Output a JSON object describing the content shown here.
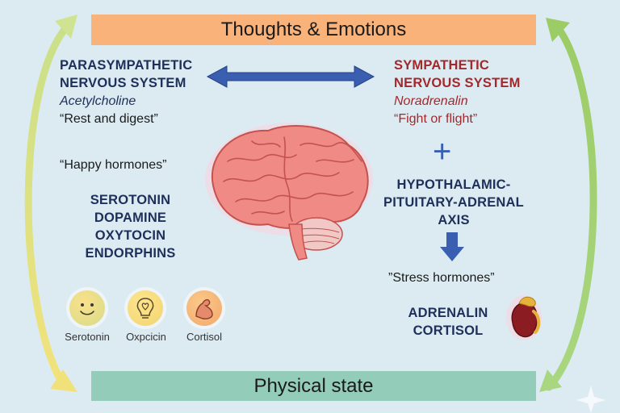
{
  "top_banner": "Thoughts & Emotions",
  "bottom_banner": "Physical state",
  "parasympathetic": {
    "title_line1": "PARASYMPATHETIC",
    "title_line2": "NERVOUS SYSTEM",
    "neurotransmitter": "Acetylcholine",
    "tagline": "“Rest and digest”"
  },
  "sympathetic": {
    "title_line1": "SYMPATHETIC",
    "title_line2": "NERVOUS SYSTEM",
    "neurotransmitter": "Noradrenalin",
    "tagline": "“Fight or flight”"
  },
  "happy_hormones": {
    "label": "“Happy hormones”",
    "items": [
      "SEROTONIN",
      "DOPAMINE",
      "OXYTOCIN",
      "ENDORPHINS"
    ]
  },
  "hpa": {
    "plus": "+",
    "line1": "HYPOTHALAMIC-",
    "line2": "PITUITARY-ADRENAL",
    "line3": "AXIS"
  },
  "stress_hormones": {
    "label": "”Stress hormones”",
    "items": [
      "ADRENALIN",
      "CORTISOL"
    ]
  },
  "icons": [
    {
      "label": "Serotonin",
      "icon": "smiley-face-icon"
    },
    {
      "label": "Oxpcicin",
      "icon": "lightbulb-heart-icon"
    },
    {
      "label": "Cortisol",
      "icon": "flexed-arm-icon"
    }
  ],
  "colors": {
    "background": "#dcebf2",
    "top_banner": "#f8b27a",
    "bottom_banner": "#93cdb9",
    "navy": "#1e2f5a",
    "sympathetic_red": "#a3282c",
    "arrow_blue": "#3a5fb0",
    "brain_pink": "#f08080"
  }
}
